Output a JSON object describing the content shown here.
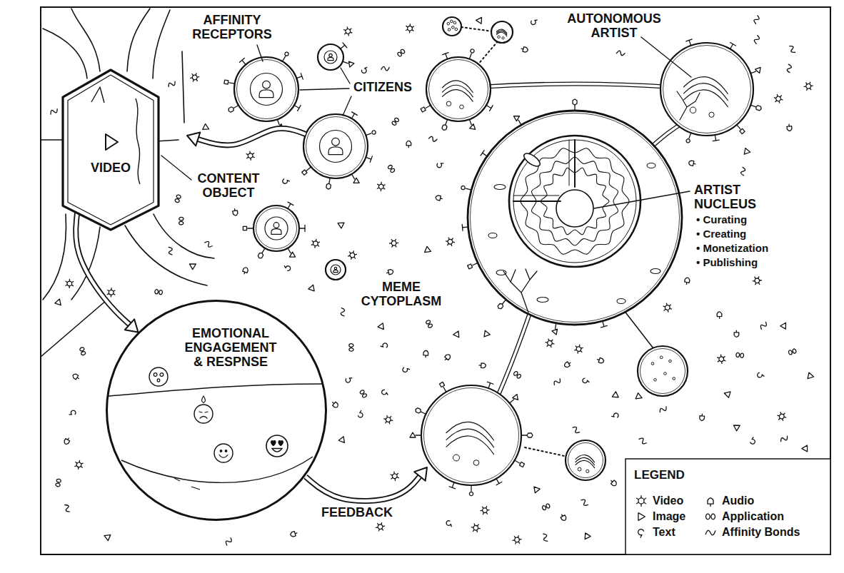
{
  "diagram": {
    "nodes": [
      {
        "text": [
          "VIDEO"
        ]
      },
      {
        "text": [
          "EMOTIONAL ENGAGEMENT & RESPNSE"
        ]
      }
    ],
    "edges": [
      {
        "from": 0,
        "to": 1,
        "arrow": "to"
      }
    ],
    "labels": [
      "AFFINITY RECEPTORS",
      "CITIZENS",
      "AUTONOMOUS ARTIST",
      "CONTENT OBJECT",
      "ARTIST NUCLEUS",
      "• Curating",
      "• Creating",
      "• Monetization",
      "• Publishing",
      "MEME CYTOPLASM",
      "FEEDBACK",
      "LEGEND"
    ],
    "legend": [
      {
        "text": "Video"
      },
      {
        "text": "Image"
      },
      {
        "text": "Text"
      },
      {
        "text": "Audio"
      },
      {
        "text": "Application"
      },
      {
        "text": "Affinity Bonds"
      }
    ]
  }
}
